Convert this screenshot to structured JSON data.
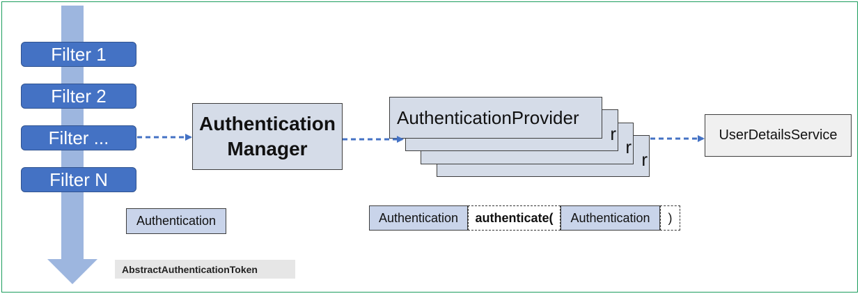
{
  "filters": [
    "Filter 1",
    "Filter 2",
    "Filter ...",
    "Filter N"
  ],
  "manager": {
    "line1": "Authentication",
    "line2": "Manager"
  },
  "provider": {
    "label": "AuthenticationProvider",
    "stack_tail": "r"
  },
  "user_details_service": "UserDetailsService",
  "authentication_label": "Authentication",
  "authenticate_signature": {
    "return_type": "Authentication",
    "method": "authenticate(",
    "param": "Authentication",
    "close": ")"
  },
  "token_label": "AbstractAuthenticationToken",
  "colors": {
    "filter_blue": "#4472c4",
    "flow_arrow": "#9db6df",
    "box_fill": "#d5dce8",
    "connector": "#4472c4",
    "frame": "#1a9c5c"
  }
}
